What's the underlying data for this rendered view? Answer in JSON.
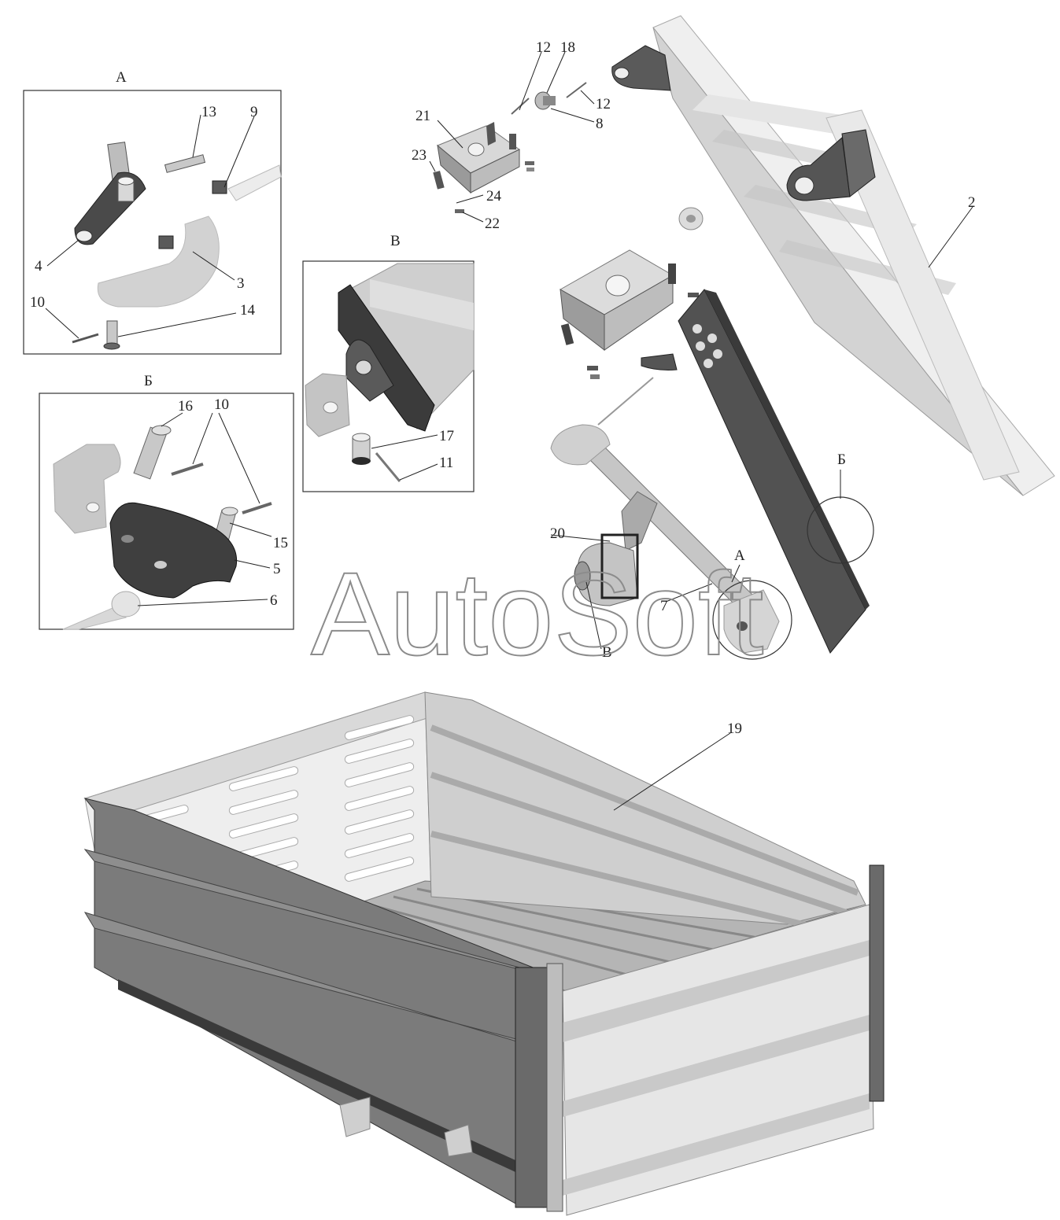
{
  "watermark": "AutoSoft",
  "views": {
    "A": "А",
    "B": "Б",
    "V": "В"
  },
  "callouts": {
    "n2": "2",
    "n3": "3",
    "n4": "4",
    "n5": "5",
    "n6": "6",
    "n7": "7",
    "n8": "8",
    "n9": "9",
    "n10a": "10",
    "n10b": "10",
    "n11": "11",
    "n12a": "12",
    "n12b": "12",
    "n13": "13",
    "n14": "14",
    "n15": "15",
    "n16": "16",
    "n17": "17",
    "n18": "18",
    "n19": "19",
    "n20": "20",
    "n21": "21",
    "n22": "22",
    "n23": "23",
    "n24": "24",
    "mA": "А",
    "mB": "Б",
    "mV": "В"
  }
}
